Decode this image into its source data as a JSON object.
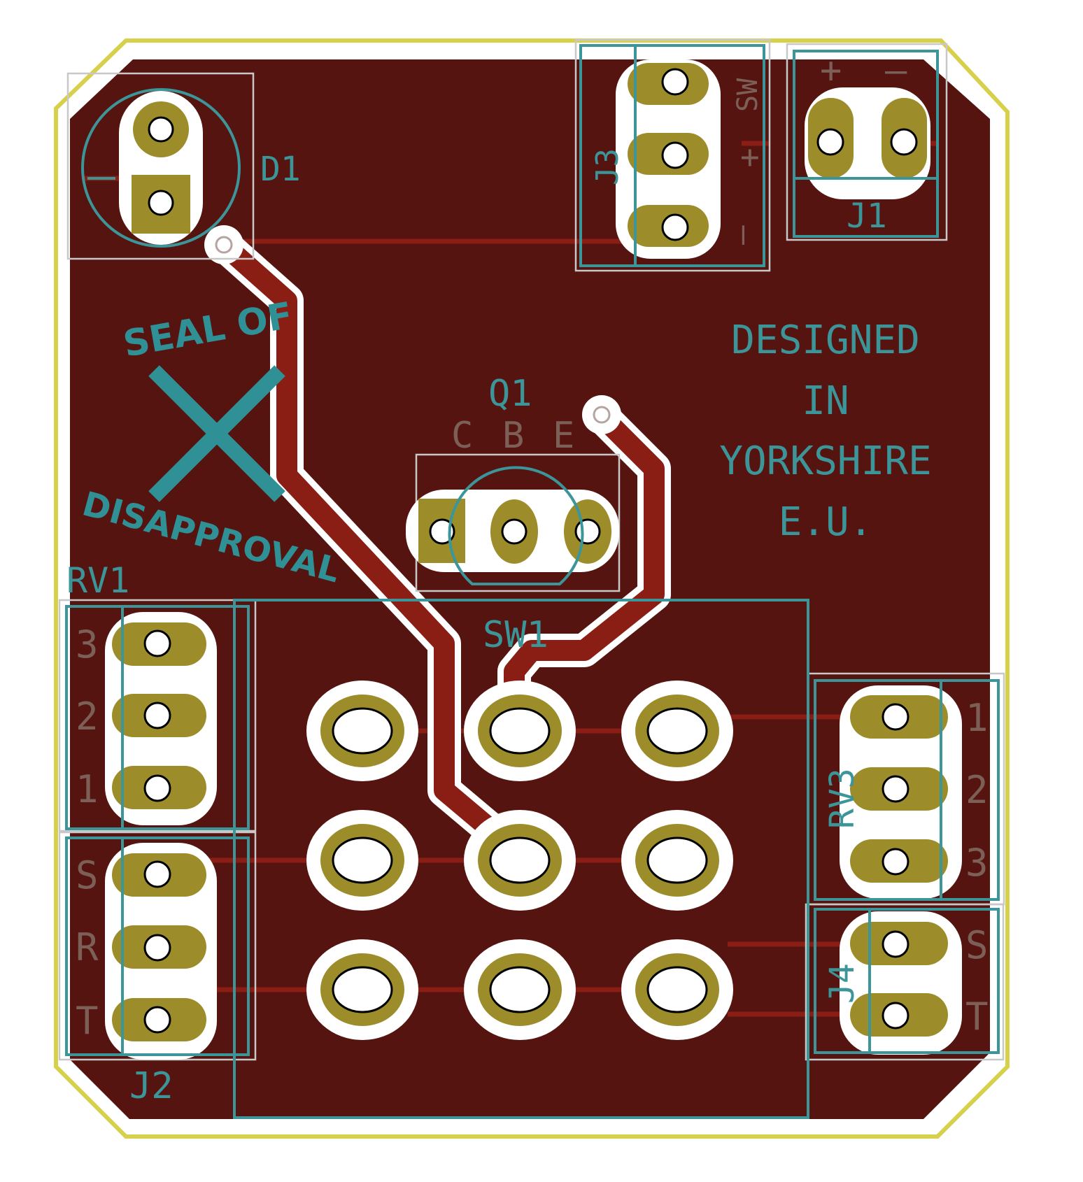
{
  "board": {
    "colors": {
      "edge_cuts": "#d7d04a",
      "copper_fill": "#561410",
      "trace": "#8a1e14",
      "clearance": "#ffffff",
      "pad": "#9c8d2a",
      "silkscreen": "#3b9599",
      "courtyard": "#c8c8c8",
      "fab_text": "#7c6058"
    }
  },
  "components": {
    "D1": "D1",
    "Q1": "Q1",
    "Q1_pins": [
      "C",
      "B",
      "E"
    ],
    "J1": "J1",
    "J1_pins": [
      "+",
      "–"
    ],
    "J2": "J2",
    "J2_pins": [
      "S",
      "R",
      "T"
    ],
    "J3": "J3",
    "J3_pins": [
      "SW",
      "+",
      "–"
    ],
    "J4": "J4",
    "J4_pins": [
      "S",
      "T"
    ],
    "RV1": "RV1",
    "RV1_pins": [
      "3",
      "2",
      "1"
    ],
    "RV3": "RV3",
    "RV3_pins": [
      "1",
      "2",
      "3"
    ],
    "SW1": "SW1"
  },
  "seal": {
    "top": "SEAL OF",
    "bottom": "DISAPPROVAL",
    "mark": "X"
  },
  "designed": [
    "DESIGNED",
    "IN",
    "YORKSHIRE",
    "E.U."
  ],
  "icons": {
    "seal_mark": "x-mark-icon",
    "led_outline": "led-icon",
    "transistor_outline": "transistor-icon"
  }
}
